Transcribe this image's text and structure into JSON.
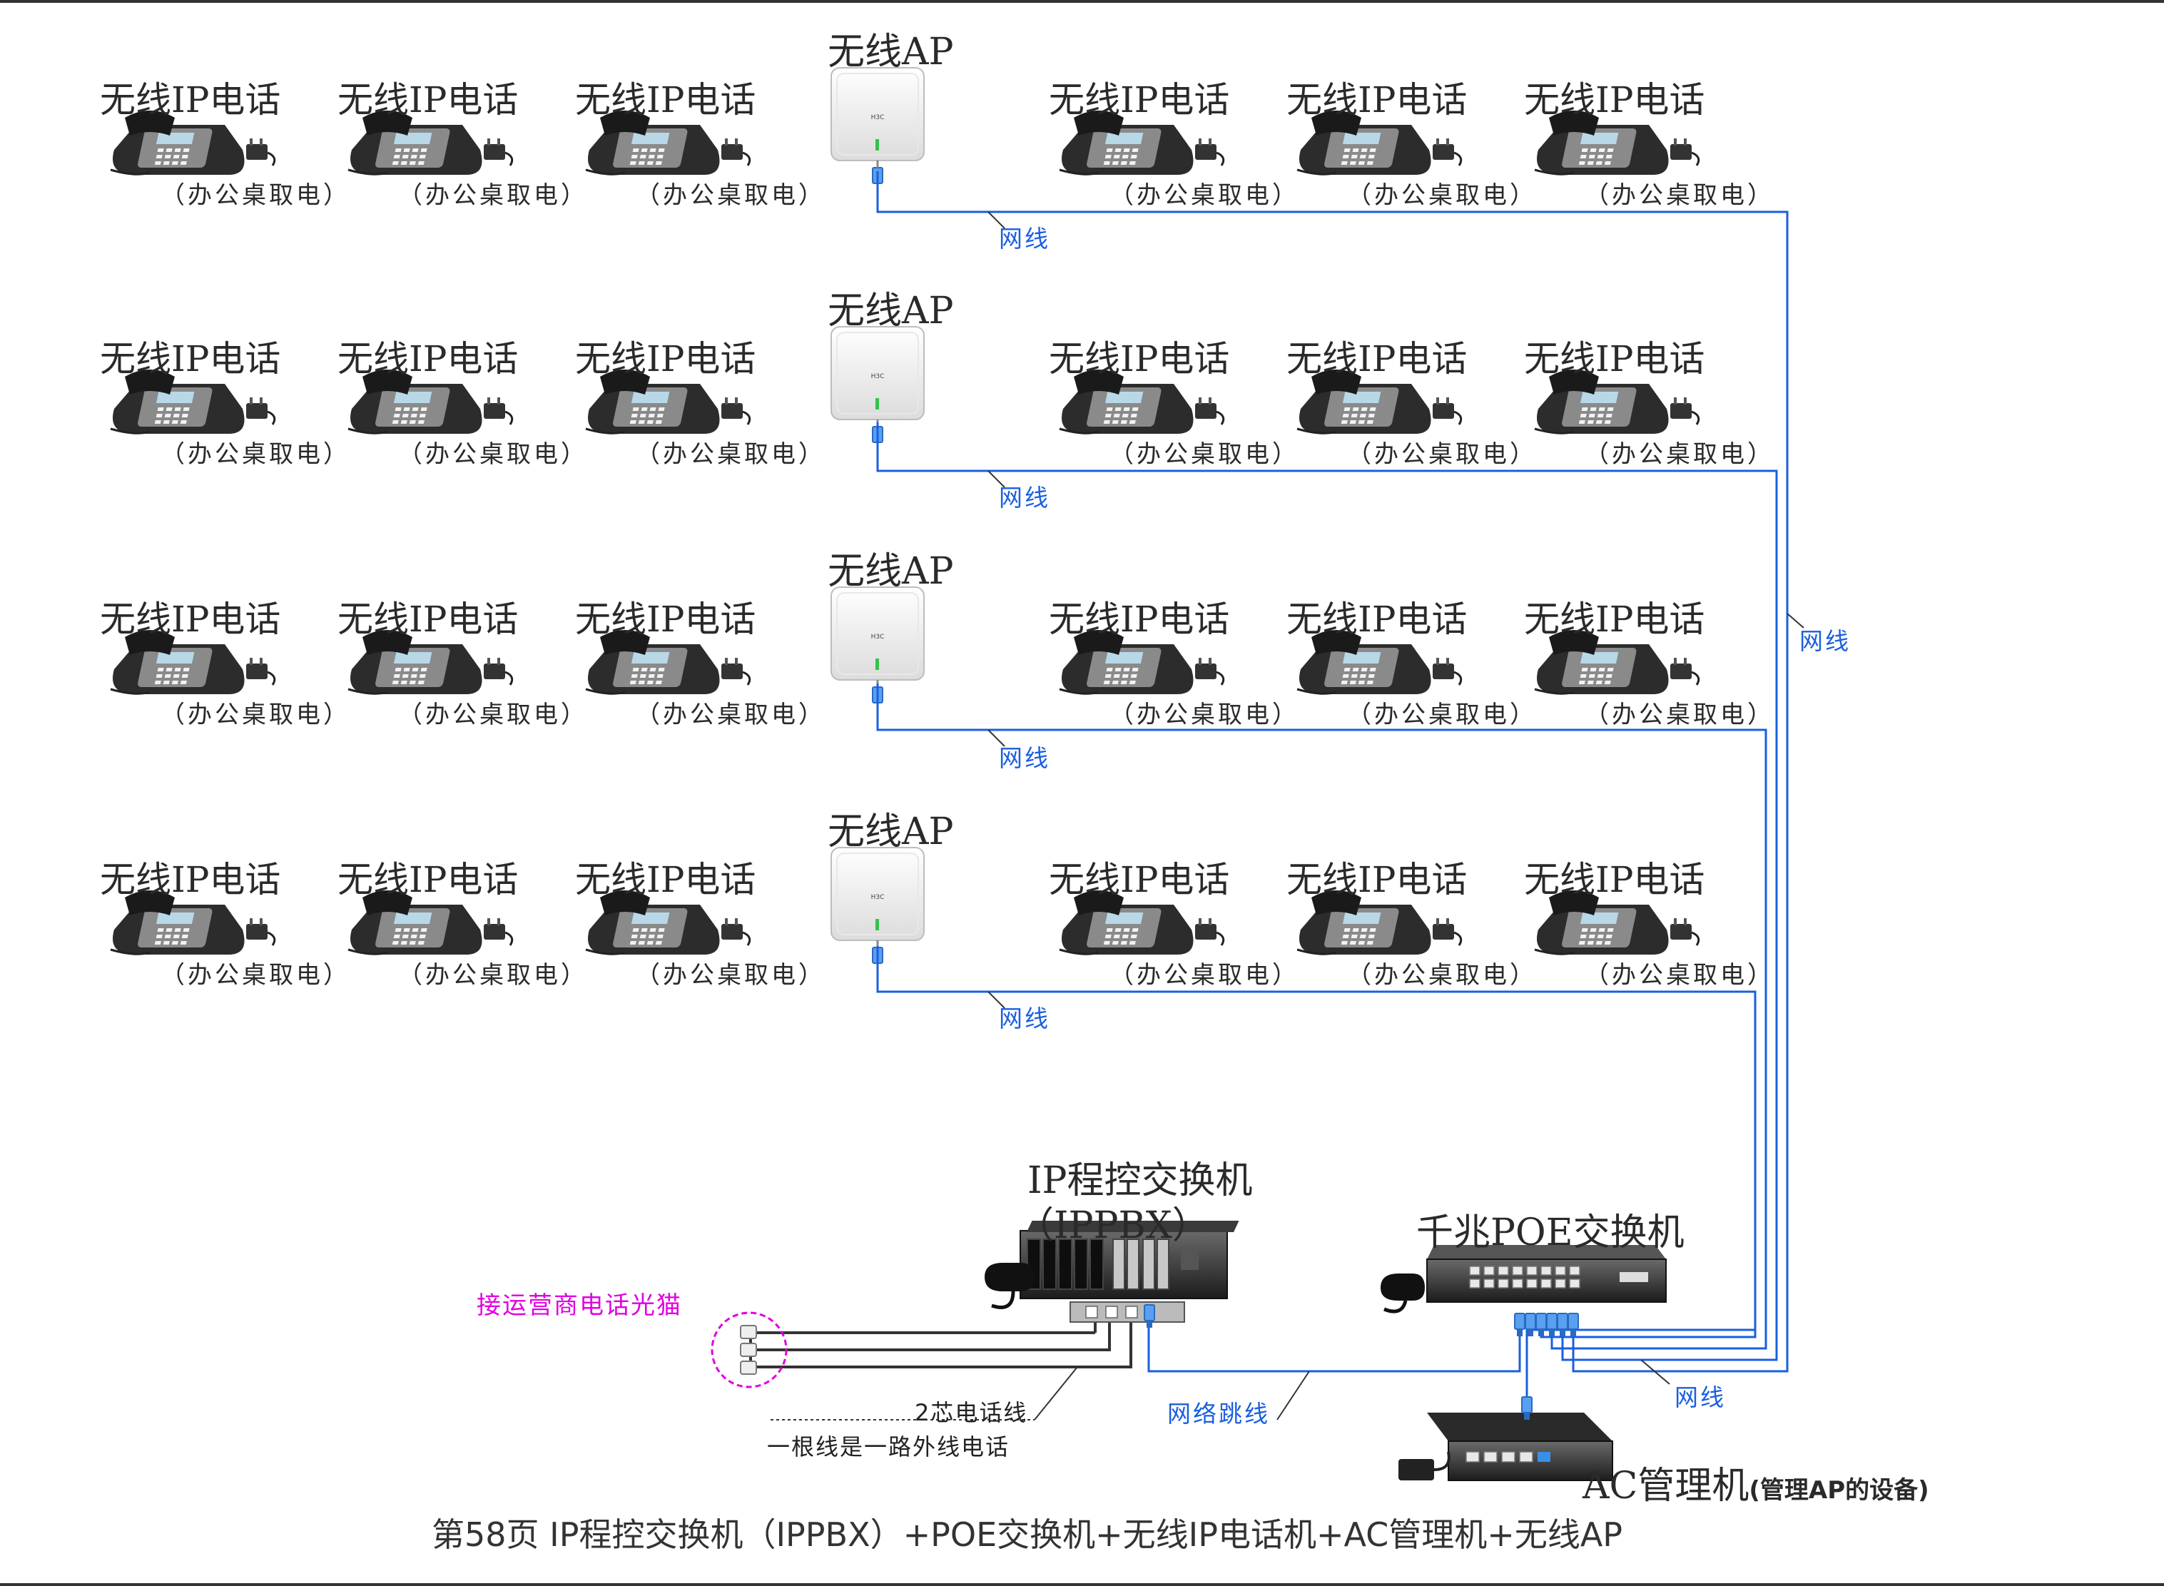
{
  "phone": {
    "title": "无线IP电话",
    "sub": "（办公桌取电）"
  },
  "ap": {
    "title": "无线AP",
    "brand": "H3C"
  },
  "cable_label": "网线",
  "trunk_label": "网线",
  "bottom_cable_label": "网线",
  "pbx": {
    "title": "IP程控交换机",
    "subtitle": "（IPPBX）"
  },
  "poe_switch": {
    "title": "千兆POE交换机"
  },
  "ac": {
    "title": "AC管理机",
    "note": "(管理AP的设备)"
  },
  "modem_label": "接运营商电话光猫",
  "patch_label": "网络跳线",
  "phone_line_label": "2芯电话线",
  "phone_line_note": "一根线是一路外线电话",
  "caption": "第58页  IP程控交换机（IPPBX）+POE交换机+无线IP电话机+AC管理机+无线AP",
  "colors": {
    "cable": "#1a5fe0",
    "modem_circle": "#e000e0",
    "line": "#333333"
  }
}
